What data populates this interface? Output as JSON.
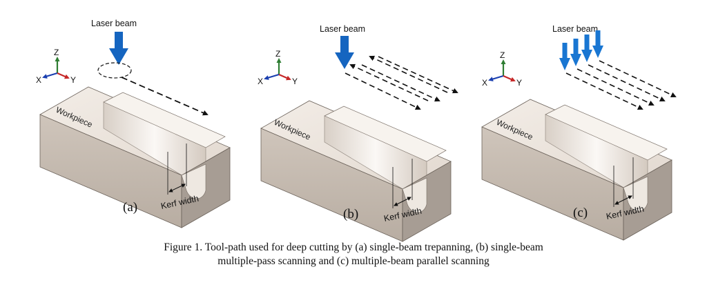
{
  "panels": [
    {
      "id": "a",
      "laser_label": "Laser beam",
      "workpiece_label": "Workpiece",
      "kerf_label": "Kerf width",
      "panel_label": "(a)",
      "axes": {
        "x": "X",
        "y": "Y",
        "z": "Z"
      }
    },
    {
      "id": "b",
      "laser_label": "Laser beam",
      "workpiece_label": "Workpiece",
      "kerf_label": "Kerf width",
      "panel_label": "(b)",
      "axes": {
        "x": "X",
        "y": "Y",
        "z": "Z"
      }
    },
    {
      "id": "c",
      "laser_label": "Laser beam",
      "workpiece_label": "Workpiece",
      "kerf_label": "Kerf width",
      "panel_label": "(c)",
      "axes": {
        "x": "X",
        "y": "Y",
        "z": "Z"
      }
    }
  ],
  "caption": {
    "line1": "Figure 1. Tool-path used for deep cutting by (a) single-beam trepanning, (b) single-beam",
    "line2": "multiple-pass scanning and (c) multiple-beam parallel scanning"
  },
  "colors": {
    "beam": "#1565c0",
    "axis_x": "#1a3fb0",
    "axis_y": "#c62828",
    "axis_z": "#2e7d32",
    "block_top": "#ede6df",
    "block_front": "#c7bcb2",
    "block_side": "#a79d94"
  }
}
